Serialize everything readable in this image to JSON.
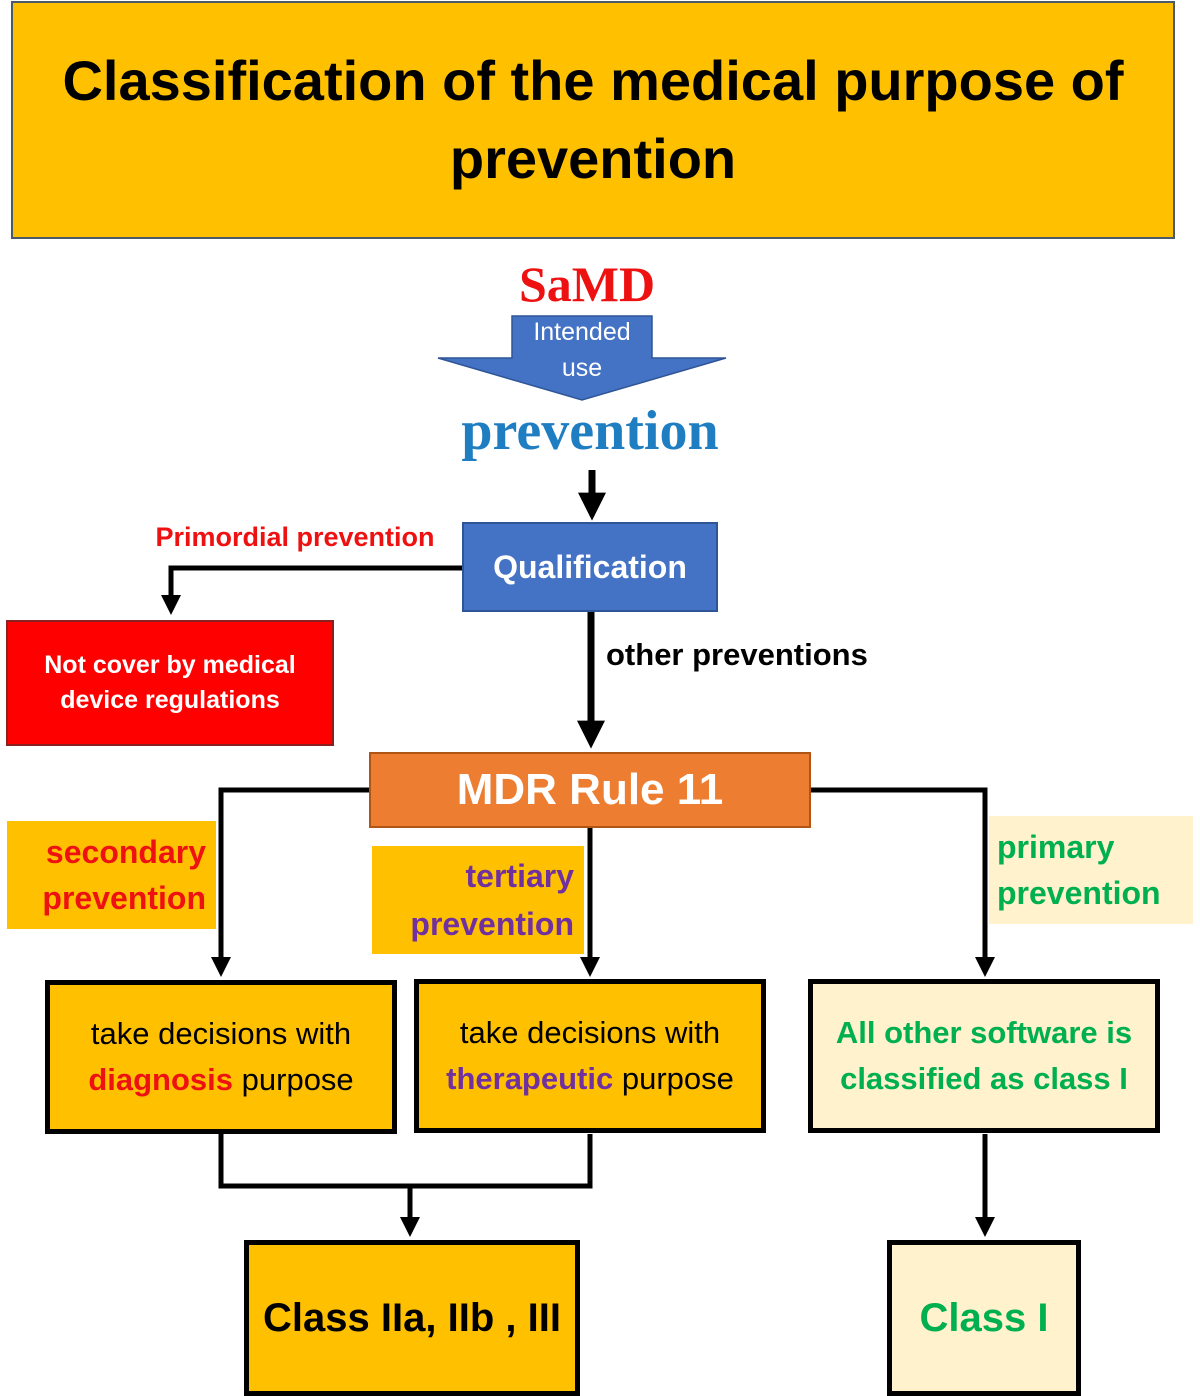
{
  "title": "Classification of the medical purpose of prevention",
  "samd": "SaMD",
  "intended_use": {
    "line1": "Intended",
    "line2": "use"
  },
  "prevention": "prevention",
  "qualification": "Qualification",
  "primordial_label": "Primordial prevention",
  "not_cover": {
    "line1": "Not cover by medical",
    "line2": "device regulations"
  },
  "other_preventions": "other preventions",
  "mdr_rule": "MDR Rule 11",
  "secondary": {
    "line1": "secondary",
    "line2": "prevention"
  },
  "tertiary": {
    "line1": "tertiary",
    "line2": "prevention"
  },
  "primary": {
    "line1": "primary",
    "line2": "prevention"
  },
  "diagnosis_box": {
    "line1": "take decisions with",
    "highlight": "diagnosis",
    "rest": " purpose"
  },
  "therapeutic_box": {
    "line1": "take decisions with",
    "highlight": "therapeutic",
    "rest": " purpose"
  },
  "other_software": {
    "line1": "All other software is",
    "line2": "classified as class I"
  },
  "class_high": "Class IIa, IIb , III",
  "class_one": "Class I",
  "colors": {
    "title_bg": "#FFC000",
    "samd": "#EE1111",
    "prevention": "#1F7DC1",
    "qualification": "#4472C4",
    "not_cover": "#FF0000",
    "mdr": "#ED7D31",
    "secondary": "#EE1111",
    "tertiary": "#7030A0",
    "primary": "#00B050",
    "light_box": "#FFF2CC"
  }
}
